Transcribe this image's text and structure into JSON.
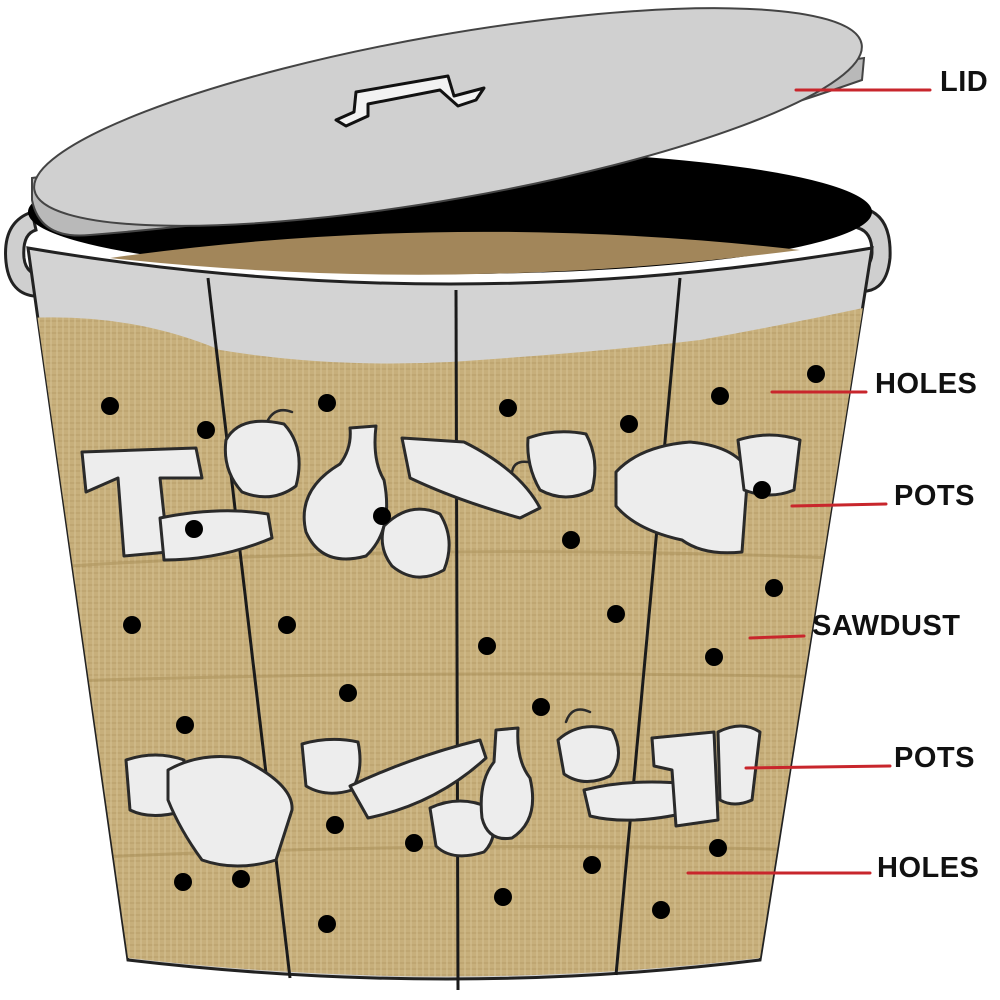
{
  "labels": {
    "lid": "LID",
    "holes_top": "HOLES",
    "pots_top": "POTS",
    "sawdust": "SAWDUST",
    "pots_bottom": "POTS",
    "holes_bottom": "HOLES"
  },
  "colors": {
    "leader_line": "#c8262c",
    "sawdust": "#c4ac78",
    "metal": "#d3d3d3",
    "bin_interior": "#000000",
    "sawdust_surface": "#a2865a",
    "pots": "#ededed",
    "holes": "#000000"
  },
  "icons": {
    "lid_handle": "handle-icon",
    "pot": "pot-icon",
    "hole": "hole-icon"
  }
}
